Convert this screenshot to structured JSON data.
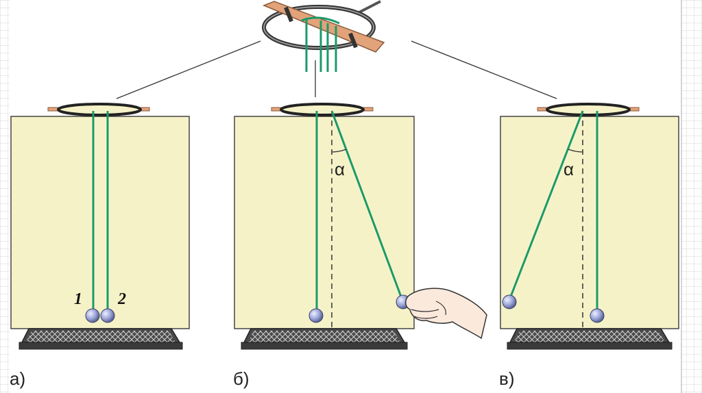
{
  "colors": {
    "panel_fill": "#f6f2c8",
    "panel_stroke": "#444444",
    "thread": "#1a9a6a",
    "ball": "#9aa4d8",
    "wood": "#e2a27a",
    "base": "#4a4a4a"
  },
  "panels": [
    {
      "label": "а)",
      "ball_labels": [
        "1",
        "2"
      ]
    },
    {
      "label": "б)",
      "angle_label": "α"
    },
    {
      "label": "в)",
      "angle_label": "α"
    }
  ]
}
